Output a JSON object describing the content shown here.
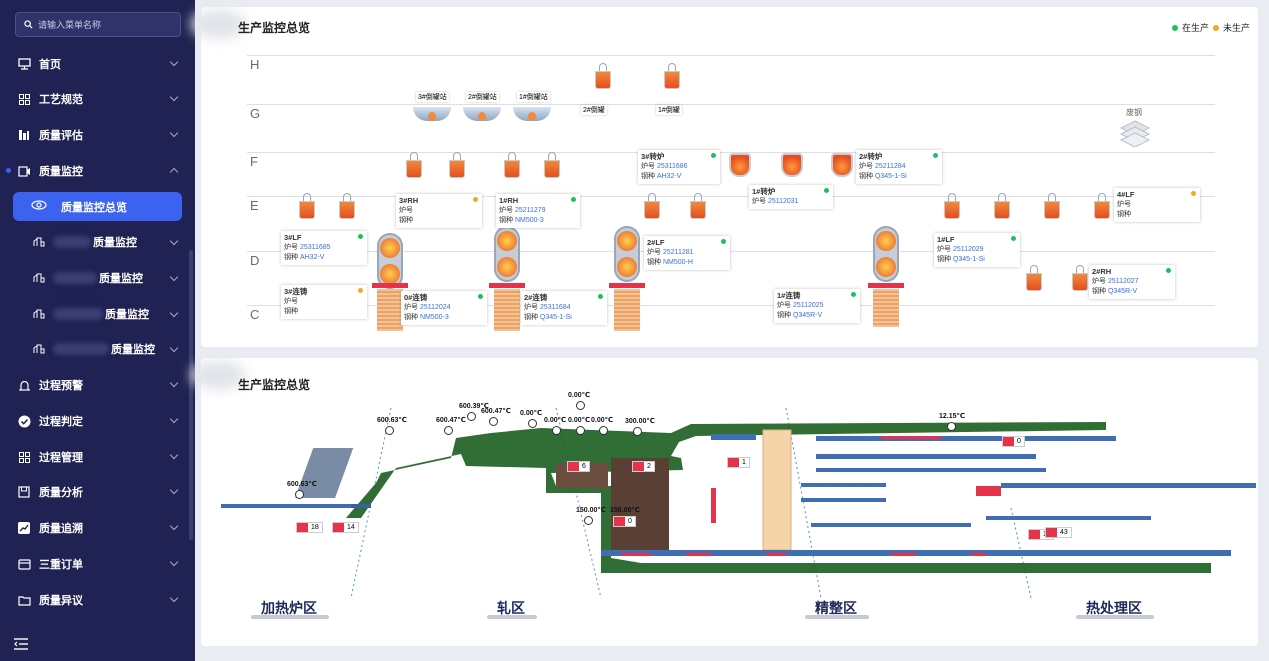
{
  "sidebar": {
    "search_placeholder": "请输入菜单名称",
    "items": [
      {
        "label": "首页",
        "icon": "monitor-icon"
      },
      {
        "label": "工艺规范",
        "icon": "grid-icon"
      },
      {
        "label": "质量评估",
        "icon": "bar-icon"
      },
      {
        "label": "质量监控",
        "icon": "video-icon",
        "expanded": true
      },
      {
        "label": "过程预警",
        "icon": "alarm-icon"
      },
      {
        "label": "过程判定",
        "icon": "check-circle-icon"
      },
      {
        "label": "过程管理",
        "icon": "grid-icon"
      },
      {
        "label": "质量分析",
        "icon": "save-icon"
      },
      {
        "label": "质量追溯",
        "icon": "trend-icon"
      },
      {
        "label": "三重订单",
        "icon": "card-icon"
      },
      {
        "label": "质量异议",
        "icon": "folder-icon"
      }
    ],
    "active_sub": "质量监控总览",
    "subs": [
      "质量监控",
      "质量监控",
      "质量监控",
      "质量监控"
    ]
  },
  "panel1": {
    "title": "生产监控总览",
    "legend": [
      {
        "label": "在生产",
        "color": "#1fbf5f"
      },
      {
        "label": "未生产",
        "color": "#f5a623"
      }
    ],
    "rows": [
      "H",
      "G",
      "F",
      "E",
      "D",
      "C"
    ],
    "station_labels": [
      "3#倒罐站",
      "2#倒罐站",
      "1#倒罐站",
      "2#倒罐",
      "1#倒罐"
    ],
    "scrap": "废钢",
    "cards": [
      {
        "name": "3#转炉",
        "lines": [
          [
            "炉号",
            "25311686"
          ],
          [
            "钢种",
            "AH32-V"
          ]
        ],
        "status": "#1fbf5f"
      },
      {
        "name": "2#转炉",
        "lines": [
          [
            "炉号",
            "25211284"
          ],
          [
            "钢种",
            "Q345-1-Si"
          ]
        ],
        "status": "#1fbf5f"
      },
      {
        "name": "1#转炉",
        "lines": [
          [
            "炉号",
            "25112031"
          ]
        ],
        "status": "#1fbf5f"
      },
      {
        "name": "3#RH",
        "lines": [
          [
            "炉号",
            ""
          ],
          [
            "钢种",
            ""
          ]
        ],
        "status": "#f5a623"
      },
      {
        "name": "1#RH",
        "lines": [
          [
            "炉号",
            "25211279"
          ],
          [
            "钢种",
            "NM500-3"
          ]
        ],
        "status": "#1fbf5f"
      },
      {
        "name": "4#LF",
        "lines": [
          [
            "炉号",
            ""
          ],
          [
            "钢种",
            ""
          ]
        ],
        "status": "#f5a623"
      },
      {
        "name": "3#LF",
        "lines": [
          [
            "炉号",
            "25311685"
          ],
          [
            "钢种",
            "AH32-V"
          ]
        ],
        "status": "#1fbf5f"
      },
      {
        "name": "2#LF",
        "lines": [
          [
            "炉号",
            "25211281"
          ],
          [
            "钢种",
            "NM500-H"
          ]
        ],
        "status": "#1fbf5f"
      },
      {
        "name": "1#LF",
        "lines": [
          [
            "炉号",
            "25112029"
          ],
          [
            "钢种",
            "Q345-1-Si"
          ]
        ],
        "status": "#1fbf5f"
      },
      {
        "name": "2#RH",
        "lines": [
          [
            "炉号",
            "25112027"
          ],
          [
            "钢种",
            "Q345R-V"
          ]
        ],
        "status": "#1fbf5f"
      },
      {
        "name": "3#连铸",
        "lines": [
          [
            "炉号",
            ""
          ],
          [
            "钢种",
            ""
          ]
        ],
        "status": "#f5a623"
      },
      {
        "name": "0#连铸",
        "lines": [
          [
            "炉号",
            "25112024"
          ],
          [
            "钢种",
            "NM500-3"
          ]
        ],
        "status": "#1fbf5f"
      },
      {
        "name": "2#连铸",
        "lines": [
          [
            "炉号",
            "25311684"
          ],
          [
            "钢种",
            "Q345-1-Si"
          ]
        ],
        "status": "#1fbf5f"
      },
      {
        "name": "1#连铸",
        "lines": [
          [
            "炉号",
            "25112025"
          ],
          [
            "钢种",
            "Q345R-V"
          ]
        ],
        "status": "#1fbf5f"
      }
    ]
  },
  "panel2": {
    "title": "生产监控总览",
    "zones": [
      "加热炉区",
      "轧区",
      "精整区",
      "热处理区"
    ],
    "temps": [
      "600.63℃",
      "600.63℃",
      "600.47℃",
      "600.39℃",
      "600.47℃",
      "0.00℃",
      "0.00℃",
      "0.00℃",
      "0.00℃",
      "0.00℃",
      "300.00℃",
      "150.00℃",
      "150.00℃",
      "12.15℃"
    ],
    "counts": [
      "18",
      "14",
      "6",
      "2",
      "0",
      "1",
      "0",
      "11",
      "43"
    ]
  }
}
